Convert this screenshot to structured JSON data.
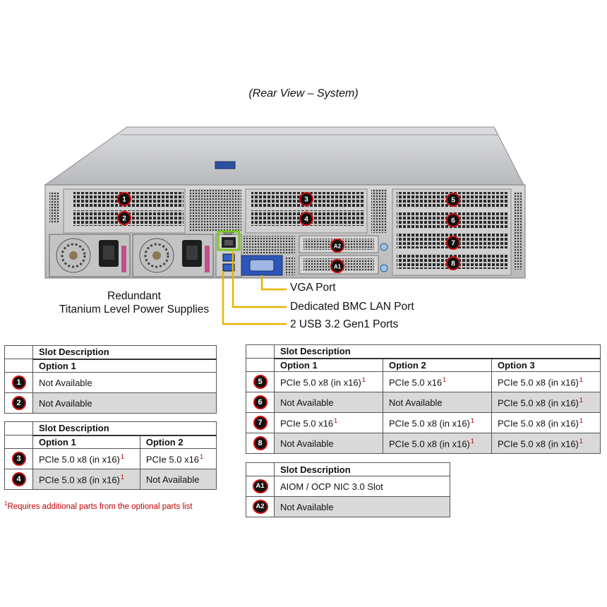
{
  "view_title": "(Rear View – System)",
  "callouts": {
    "vga": "VGA Port",
    "bmc_lan": "Dedicated BMC LAN Port",
    "usb": "2 USB 3.2 Gen1 Ports",
    "psu_line1": "Redundant",
    "psu_line2": "Titanium Level Power Supplies",
    "mgmt_tag": "MGMT"
  },
  "colors": {
    "badge_fill": "#111111",
    "badge_ring": "#d01010",
    "callout_line": "#e8b400",
    "highlight": "#7ec820",
    "vga_port": "#2e55b8",
    "footnote": "#c00000"
  },
  "footnote": {
    "mark": "1",
    "text": "Requires additional parts from the optional parts list"
  },
  "tables": {
    "t12": {
      "header": "Slot Description",
      "options": [
        "Option 1"
      ],
      "rows": [
        {
          "slot": "1",
          "cells": [
            {
              "text": "Not Available",
              "sup": ""
            }
          ]
        },
        {
          "slot": "2",
          "cells": [
            {
              "text": "Not Available",
              "sup": ""
            }
          ]
        }
      ]
    },
    "t34": {
      "header": "Slot Description",
      "options": [
        "Option 1",
        "Option 2"
      ],
      "rows": [
        {
          "slot": "3",
          "cells": [
            {
              "text": "PCIe 5.0 x8 (in x16)",
              "sup": "1"
            },
            {
              "text": "PCIe 5.0 x16",
              "sup": "1"
            }
          ]
        },
        {
          "slot": "4",
          "cells": [
            {
              "text": "PCIe 5.0 x8 (in x16)",
              "sup": "1"
            },
            {
              "text": "Not Available",
              "sup": ""
            }
          ]
        }
      ]
    },
    "t58": {
      "header": "Slot Description",
      "options": [
        "Option 1",
        "Option 2",
        "Option 3"
      ],
      "rows": [
        {
          "slot": "5",
          "cells": [
            {
              "text": "PCIe 5.0 x8 (in x16)",
              "sup": "1"
            },
            {
              "text": "PCIe 5.0 x16",
              "sup": "1"
            },
            {
              "text": "PCIe 5.0 x8 (in x16)",
              "sup": "1"
            }
          ]
        },
        {
          "slot": "6",
          "cells": [
            {
              "text": "Not Available",
              "sup": ""
            },
            {
              "text": "Not Available",
              "sup": ""
            },
            {
              "text": "PCIe 5.0 x8 (in x16)",
              "sup": "1"
            }
          ]
        },
        {
          "slot": "7",
          "cells": [
            {
              "text": "PCIe 5.0 x16",
              "sup": "1"
            },
            {
              "text": "PCIe 5.0 x8 (in x16)",
              "sup": "1"
            },
            {
              "text": "PCIe 5.0 x8 (in x16)",
              "sup": "1"
            }
          ]
        },
        {
          "slot": "8",
          "cells": [
            {
              "text": "Not Available",
              "sup": ""
            },
            {
              "text": "PCIe 5.0 x8 (in x16)",
              "sup": "1"
            },
            {
              "text": "PCIe 5.0 x8 (in x16)",
              "sup": "1"
            }
          ]
        }
      ]
    },
    "tA": {
      "header": "Slot Description",
      "options": [],
      "rows": [
        {
          "slot": "A1",
          "cells": [
            {
              "text": "AIOM / OCP NIC 3.0 Slot",
              "sup": ""
            }
          ]
        },
        {
          "slot": "A2",
          "cells": [
            {
              "text": "Not Available",
              "sup": ""
            }
          ]
        }
      ]
    }
  },
  "chassis_badges": [
    "1",
    "2",
    "3",
    "4",
    "5",
    "6",
    "7",
    "8",
    "A1",
    "A2"
  ]
}
